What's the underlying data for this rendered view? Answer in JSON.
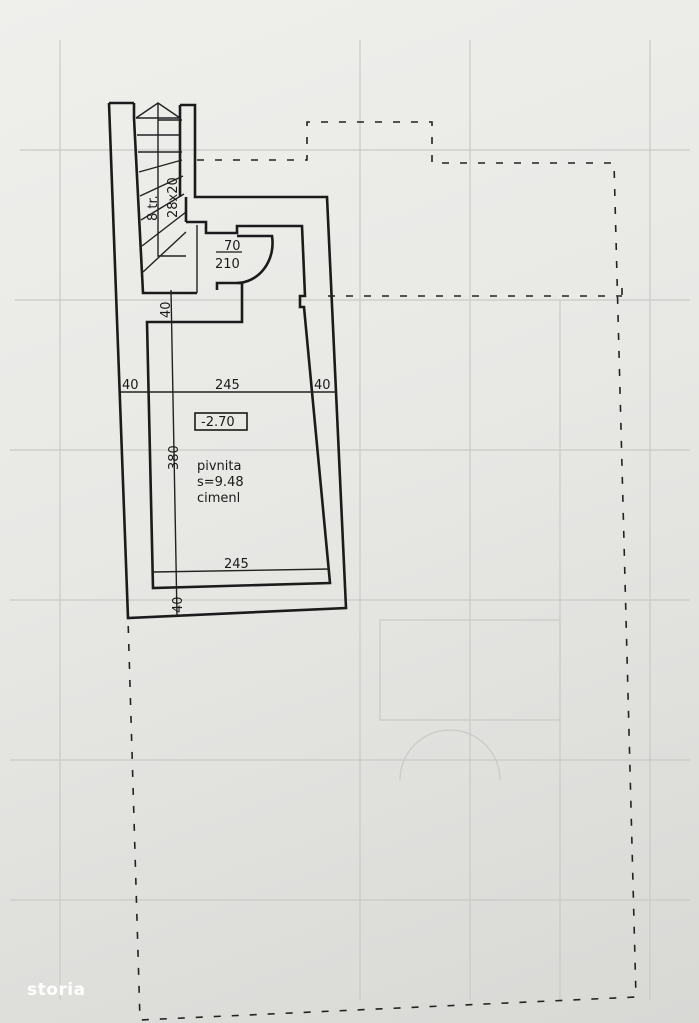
{
  "plan": {
    "stair": {
      "count": "8 tr.",
      "size": "28x20"
    },
    "door": {
      "width": "70",
      "height": "210"
    },
    "dimensions": {
      "wall_top_stair": "40",
      "wall_left": "40",
      "room_width_top": "245",
      "wall_right": "40",
      "room_length": "380",
      "room_width_bottom": "245",
      "wall_bottom": "40"
    },
    "level": "-2.70",
    "room": {
      "name": "pivnita",
      "area": "s=9.48",
      "floor": "cimenl"
    }
  },
  "watermark": "storia"
}
